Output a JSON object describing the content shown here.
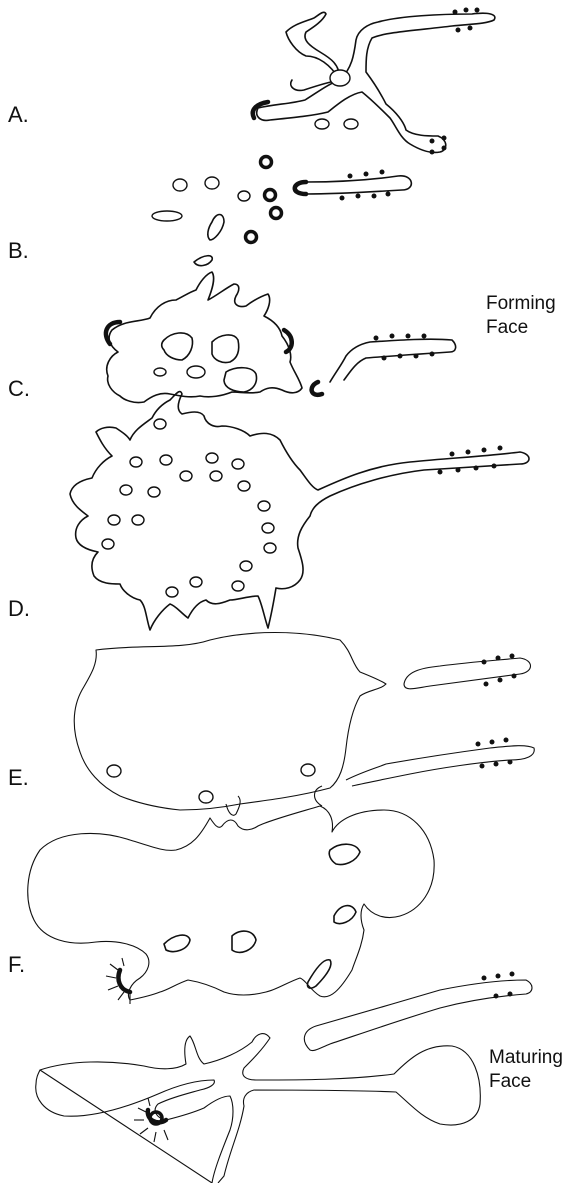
{
  "stage_labels": {
    "a": "A.",
    "b": "B.",
    "c": "C.",
    "d": "D.",
    "e": "E.",
    "f": "F."
  },
  "forming_face": {
    "line1": "Forming",
    "line2": "Face"
  },
  "maturing_face": {
    "line1": "Maturing",
    "line2": "Face"
  }
}
